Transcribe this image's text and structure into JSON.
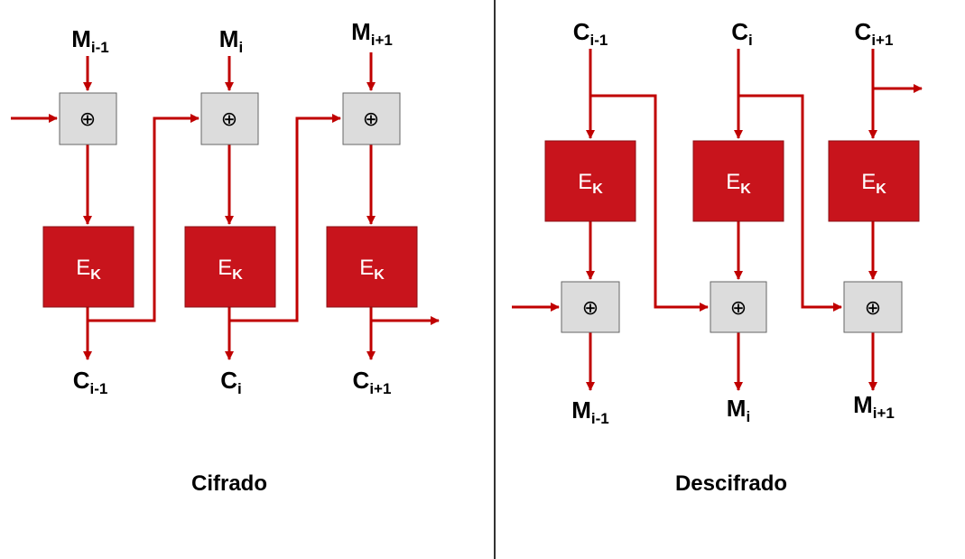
{
  "colors": {
    "wire": "#c00000",
    "block": "#c8141c",
    "xor_fill": "#dcdcdc",
    "divider": "#333333"
  },
  "cipher": {
    "title": "Cifrado",
    "inputs": [
      {
        "main": "M",
        "sub": "i-1"
      },
      {
        "main": "M",
        "sub": "i"
      },
      {
        "main": "M",
        "sub": "i+1"
      }
    ],
    "outputs": [
      {
        "main": "C",
        "sub": "i-1"
      },
      {
        "main": "C",
        "sub": "i"
      },
      {
        "main": "C",
        "sub": "i+1"
      }
    ],
    "block": {
      "main": "E",
      "sub": "K"
    },
    "xor_symbol": "⊕"
  },
  "decipher": {
    "title": "Descifrado",
    "inputs": [
      {
        "main": "C",
        "sub": "i-1"
      },
      {
        "main": "C",
        "sub": "i"
      },
      {
        "main": "C",
        "sub": "i+1"
      }
    ],
    "outputs": [
      {
        "main": "M",
        "sub": "i-1"
      },
      {
        "main": "M",
        "sub": "i"
      },
      {
        "main": "M",
        "sub": "i+1"
      }
    ],
    "block": {
      "main": "E",
      "sub": "K"
    },
    "xor_symbol": "⊕"
  }
}
